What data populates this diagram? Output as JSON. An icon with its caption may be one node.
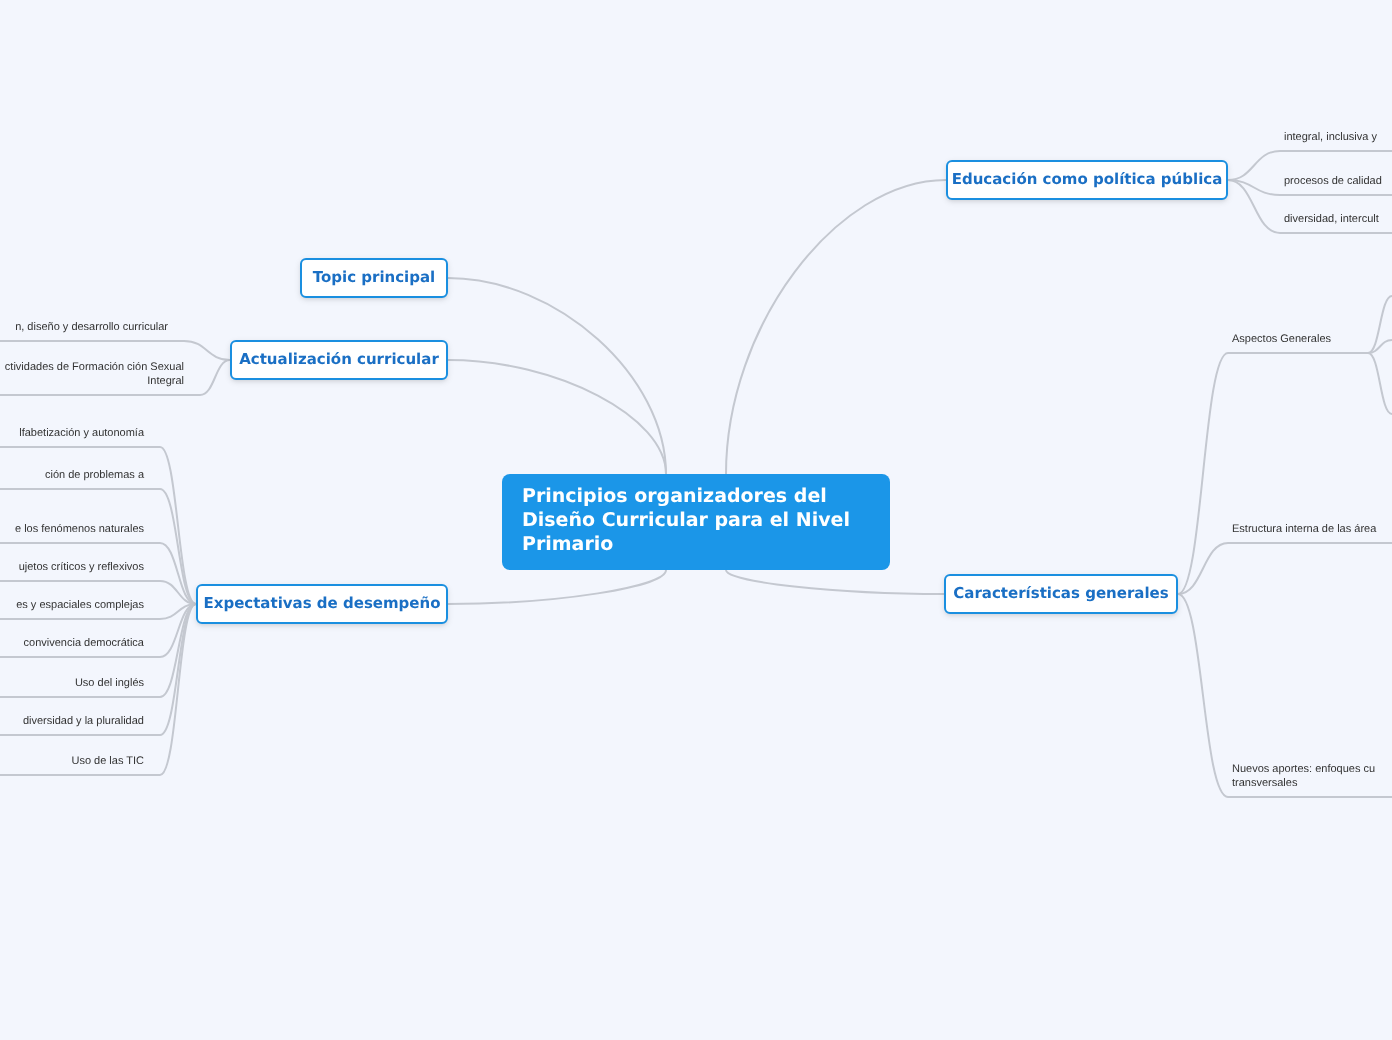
{
  "diagram": {
    "nodes": [
      {
        "text": [
          "Principios organizadores del Diseño Curricular para el Nivel Primario"
        ]
      },
      {
        "text": [
          "Topic principal"
        ]
      },
      {
        "text": [
          "Actualización curricular"
        ]
      },
      {
        "text": [
          "n, diseño y desarrollo curricular"
        ]
      },
      {
        "text": [
          "ctividades de Formación ción Sexual Integral"
        ]
      },
      {
        "text": [
          "Expectativas de desempeño"
        ]
      },
      {
        "text": [
          "lfabetización y autonomía"
        ]
      },
      {
        "text": [
          "ción de problemas a"
        ]
      },
      {
        "text": [
          "e los fenómenos naturales"
        ]
      },
      {
        "text": [
          "ujetos críticos y reflexivos"
        ]
      },
      {
        "text": [
          "es y espaciales complejas"
        ]
      },
      {
        "text": [
          "convivencia democrática"
        ]
      },
      {
        "text": [
          "Uso del inglés"
        ]
      },
      {
        "text": [
          "diversidad y la pluralidad"
        ]
      },
      {
        "text": [
          "Uso de las TIC"
        ]
      },
      {
        "text": [
          "Educación como política pública"
        ]
      },
      {
        "text": [
          "integral, inclusiva y"
        ]
      },
      {
        "text": [
          "procesos de calidad"
        ]
      },
      {
        "text": [
          "diversidad, intercult"
        ]
      },
      {
        "text": [
          "Características generales"
        ]
      },
      {
        "text": [
          "Aspectos Generales"
        ]
      },
      {
        "text": [
          "Estructura interna de las área"
        ]
      },
      {
        "text": [
          "Nuevos aportes: enfoques cu transversales"
        ]
      }
    ],
    "edges": [
      {
        "from": 0,
        "to": 1,
        "arrow": "none"
      },
      {
        "from": 0,
        "to": 2,
        "arrow": "none"
      },
      {
        "from": 0,
        "to": 5,
        "arrow": "none"
      },
      {
        "from": 0,
        "to": 15,
        "arrow": "none"
      },
      {
        "from": 0,
        "to": 19,
        "arrow": "none"
      },
      {
        "from": 2,
        "to": 3,
        "arrow": "none"
      },
      {
        "from": 2,
        "to": 4,
        "arrow": "none"
      },
      {
        "from": 5,
        "to": 6,
        "arrow": "none"
      },
      {
        "from": 5,
        "to": 7,
        "arrow": "none"
      },
      {
        "from": 5,
        "to": 8,
        "arrow": "none"
      },
      {
        "from": 5,
        "to": 9,
        "arrow": "none"
      },
      {
        "from": 5,
        "to": 10,
        "arrow": "none"
      },
      {
        "from": 5,
        "to": 11,
        "arrow": "none"
      },
      {
        "from": 5,
        "to": 12,
        "arrow": "none"
      },
      {
        "from": 5,
        "to": 13,
        "arrow": "none"
      },
      {
        "from": 5,
        "to": 14,
        "arrow": "none"
      },
      {
        "from": 15,
        "to": 16,
        "arrow": "none"
      },
      {
        "from": 15,
        "to": 17,
        "arrow": "none"
      },
      {
        "from": 15,
        "to": 18,
        "arrow": "none"
      },
      {
        "from": 19,
        "to": 20,
        "arrow": "none"
      },
      {
        "from": 19,
        "to": 21,
        "arrow": "none"
      },
      {
        "from": 19,
        "to": 22,
        "arrow": "none"
      },
      {
        "from": 20,
        "to": null,
        "arrow": "none"
      },
      {
        "from": 20,
        "to": null,
        "arrow": "none"
      },
      {
        "from": 20,
        "to": null,
        "arrow": "none"
      }
    ]
  }
}
